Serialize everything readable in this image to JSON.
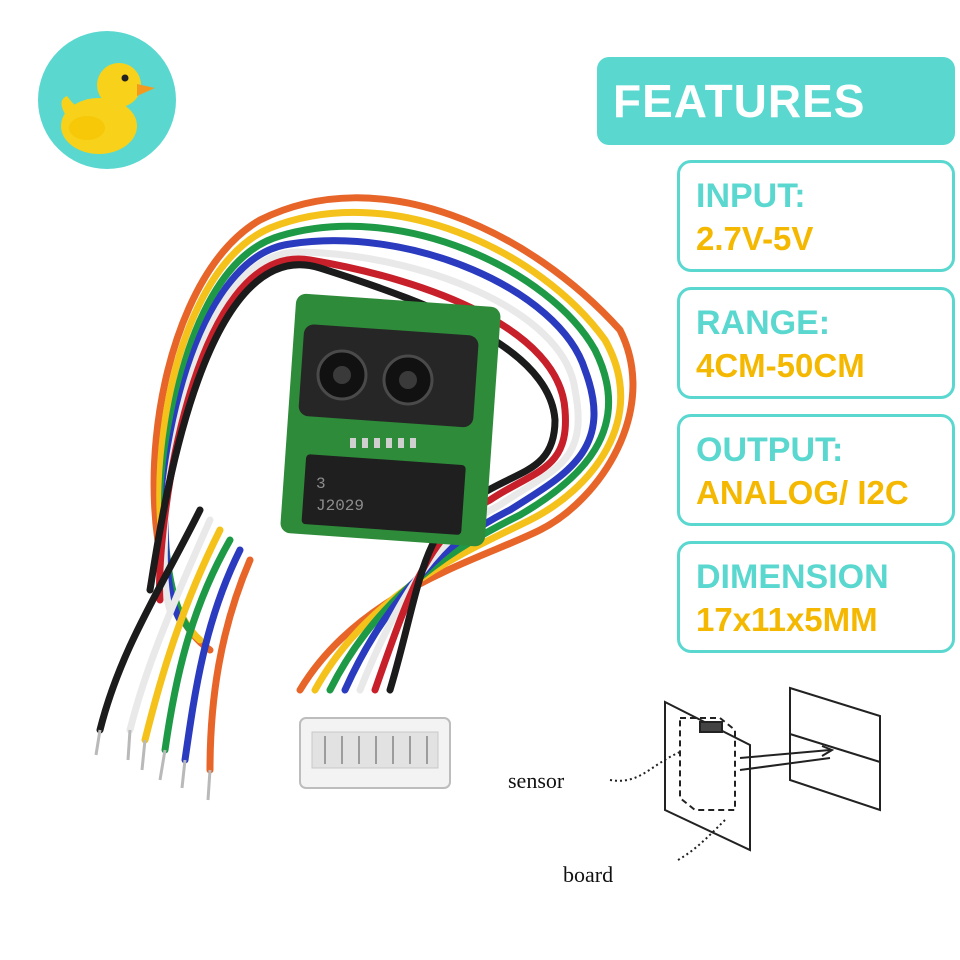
{
  "header": {
    "title": "FEATURES"
  },
  "features": [
    {
      "label": "INPUT:",
      "value": "2.7V-5V"
    },
    {
      "label": "RANGE:",
      "value": "4CM-50CM"
    },
    {
      "label": "OUTPUT:",
      "value": "ANALOG/ I2C"
    },
    {
      "label": "DIMENSION",
      "value": "17x11x5MM"
    }
  ],
  "product": {
    "chip_marking_line1": "3",
    "chip_marking_line2": "J2029"
  },
  "diagram": {
    "sensor_label": "sensor",
    "board_label": "board"
  },
  "colors": {
    "accent": "#5ad8d0",
    "value": "#f5b800"
  },
  "icons": {
    "logo": "rubber-duck-icon"
  }
}
